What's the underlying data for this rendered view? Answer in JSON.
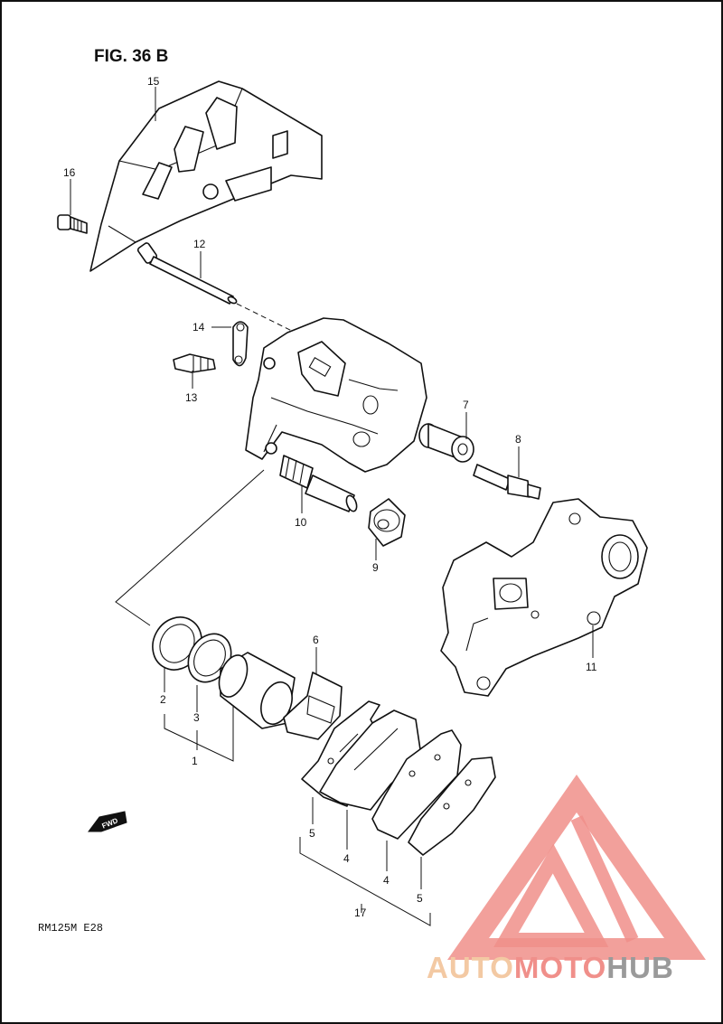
{
  "figure": {
    "title": "FIG. 36 B",
    "model_code": "RM125M  E28"
  },
  "direction_badge": {
    "label": "FWD"
  },
  "callouts": [
    {
      "id": "c15",
      "label": "15"
    },
    {
      "id": "c16",
      "label": "16"
    },
    {
      "id": "c12",
      "label": "12"
    },
    {
      "id": "c14",
      "label": "14"
    },
    {
      "id": "c13",
      "label": "13"
    },
    {
      "id": "c7",
      "label": "7"
    },
    {
      "id": "c8",
      "label": "8"
    },
    {
      "id": "c10",
      "label": "10"
    },
    {
      "id": "c9",
      "label": "9"
    },
    {
      "id": "c11",
      "label": "11"
    },
    {
      "id": "c6",
      "label": "6"
    },
    {
      "id": "c2",
      "label": "2"
    },
    {
      "id": "c3",
      "label": "3"
    },
    {
      "id": "c1",
      "label": "1"
    },
    {
      "id": "c5a",
      "label": "5"
    },
    {
      "id": "c4a",
      "label": "4"
    },
    {
      "id": "c4b",
      "label": "4"
    },
    {
      "id": "c5b",
      "label": "5"
    },
    {
      "id": "c17",
      "label": "17"
    }
  ],
  "watermark": {
    "brand_parts": [
      "AUTO",
      "MOTO",
      "HUB"
    ],
    "colors": {
      "auto": "#f3c9a3",
      "moto": "#f08f8a",
      "hub": "#9a9a9a",
      "logo": "#f08f8a"
    }
  }
}
